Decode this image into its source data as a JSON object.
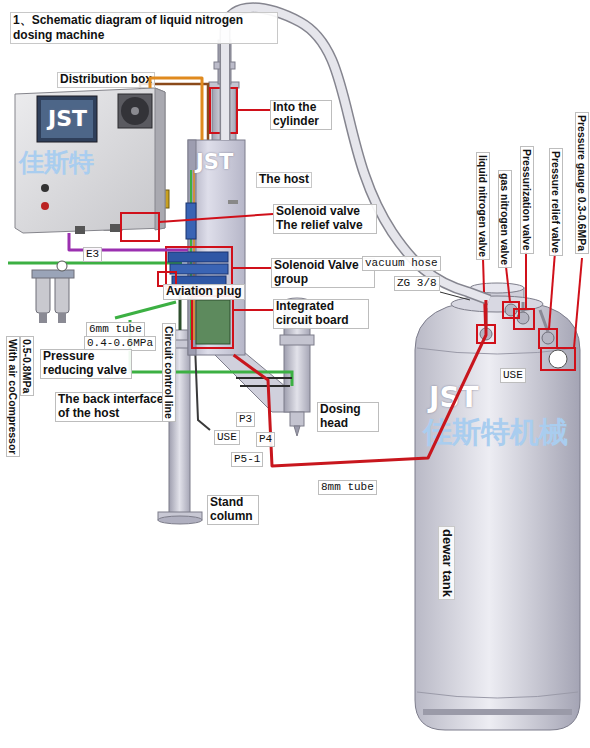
{
  "diagram": {
    "title": "1、Schematic diagram of liquid nitrogen dosing machine",
    "nodes": [
      {
        "text": [
          "Distribution box",
          "JST",
          "佳斯特"
        ]
      },
      {
        "text": [
          "JST",
          "The host"
        ]
      },
      {
        "text": [
          "JST",
          "佳斯特机械",
          "dewar tank"
        ]
      }
    ],
    "edges": [
      {
        "from": 0,
        "to": 1,
        "arrow": "none",
        "label": "E3"
      },
      {
        "from": 0,
        "to": 1,
        "arrow": "none"
      },
      {
        "from": 1,
        "to": 2,
        "arrow": "none",
        "label": "vacuum hose"
      },
      {
        "from": 1,
        "to": 2,
        "arrow": "none",
        "label": "8mm tube"
      }
    ],
    "labels": [
      "Into the cylinder",
      "Solenoid valve The relief valve",
      "Aviation plug",
      "Solenoid Valve group",
      "Integrated circuit board",
      "6mm tube",
      "0.4-0.6MPa",
      "Pressure reducing valve",
      "The back interface of the host",
      "Circuit control line",
      "0.5-0.8MPa",
      "With air coCompressor",
      "P3",
      "USE",
      "P4",
      "P5-1",
      "Dosing head",
      "Stand column",
      "ZG 3/8",
      "liquid nitrogen valve",
      "gas nitrogen valve",
      "Pressurization valve",
      "Pressure relief valve",
      "Pressure gauge 0.3-0.6MPa",
      "USE"
    ]
  }
}
